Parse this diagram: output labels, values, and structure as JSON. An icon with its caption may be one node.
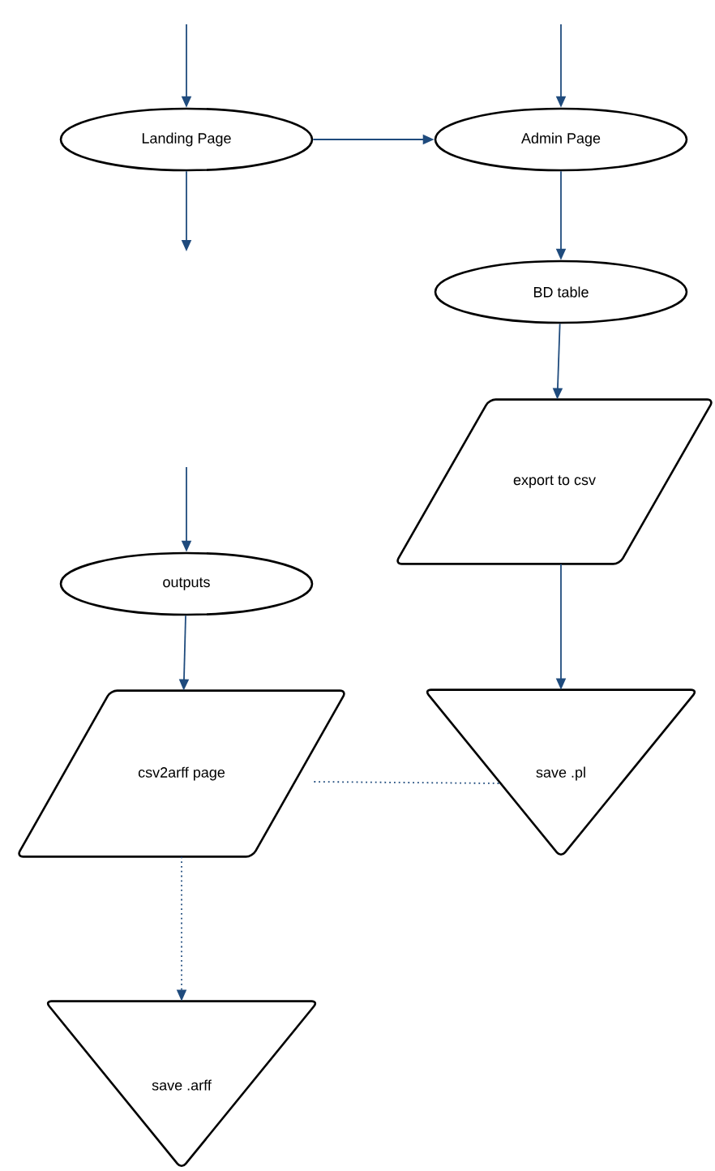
{
  "diagram": {
    "nodes": [
      {
        "text": [
          "Landing Page"
        ]
      },
      {
        "text": [
          "Admin Page"
        ]
      },
      {
        "text": [
          "BD table"
        ]
      },
      {
        "text": [
          "export to csv"
        ]
      },
      {
        "text": [
          "outputs"
        ]
      },
      {
        "text": [
          "csv2arff page"
        ]
      },
      {
        "text": [
          "save .pl"
        ]
      },
      {
        "text": [
          "save .arff"
        ]
      }
    ],
    "edges": [
      {
        "from": null,
        "to": 0,
        "arrow": "to"
      },
      {
        "from": 0,
        "to": null,
        "arrow": "to"
      },
      {
        "from": 0,
        "to": 1,
        "arrow": "to"
      },
      {
        "from": null,
        "to": 1,
        "arrow": "to"
      },
      {
        "from": 1,
        "to": 2,
        "arrow": "to"
      },
      {
        "from": 2,
        "to": 3,
        "arrow": "to"
      },
      {
        "from": 3,
        "to": 6,
        "arrow": "to"
      },
      {
        "from": null,
        "to": 4,
        "arrow": "to"
      },
      {
        "from": 4,
        "to": 5,
        "arrow": "to"
      },
      {
        "from": 5,
        "to": 6,
        "arrow": "none",
        "style": "dashed"
      },
      {
        "from": 5,
        "to": 7,
        "arrow": "to",
        "style": "dashed"
      }
    ]
  }
}
